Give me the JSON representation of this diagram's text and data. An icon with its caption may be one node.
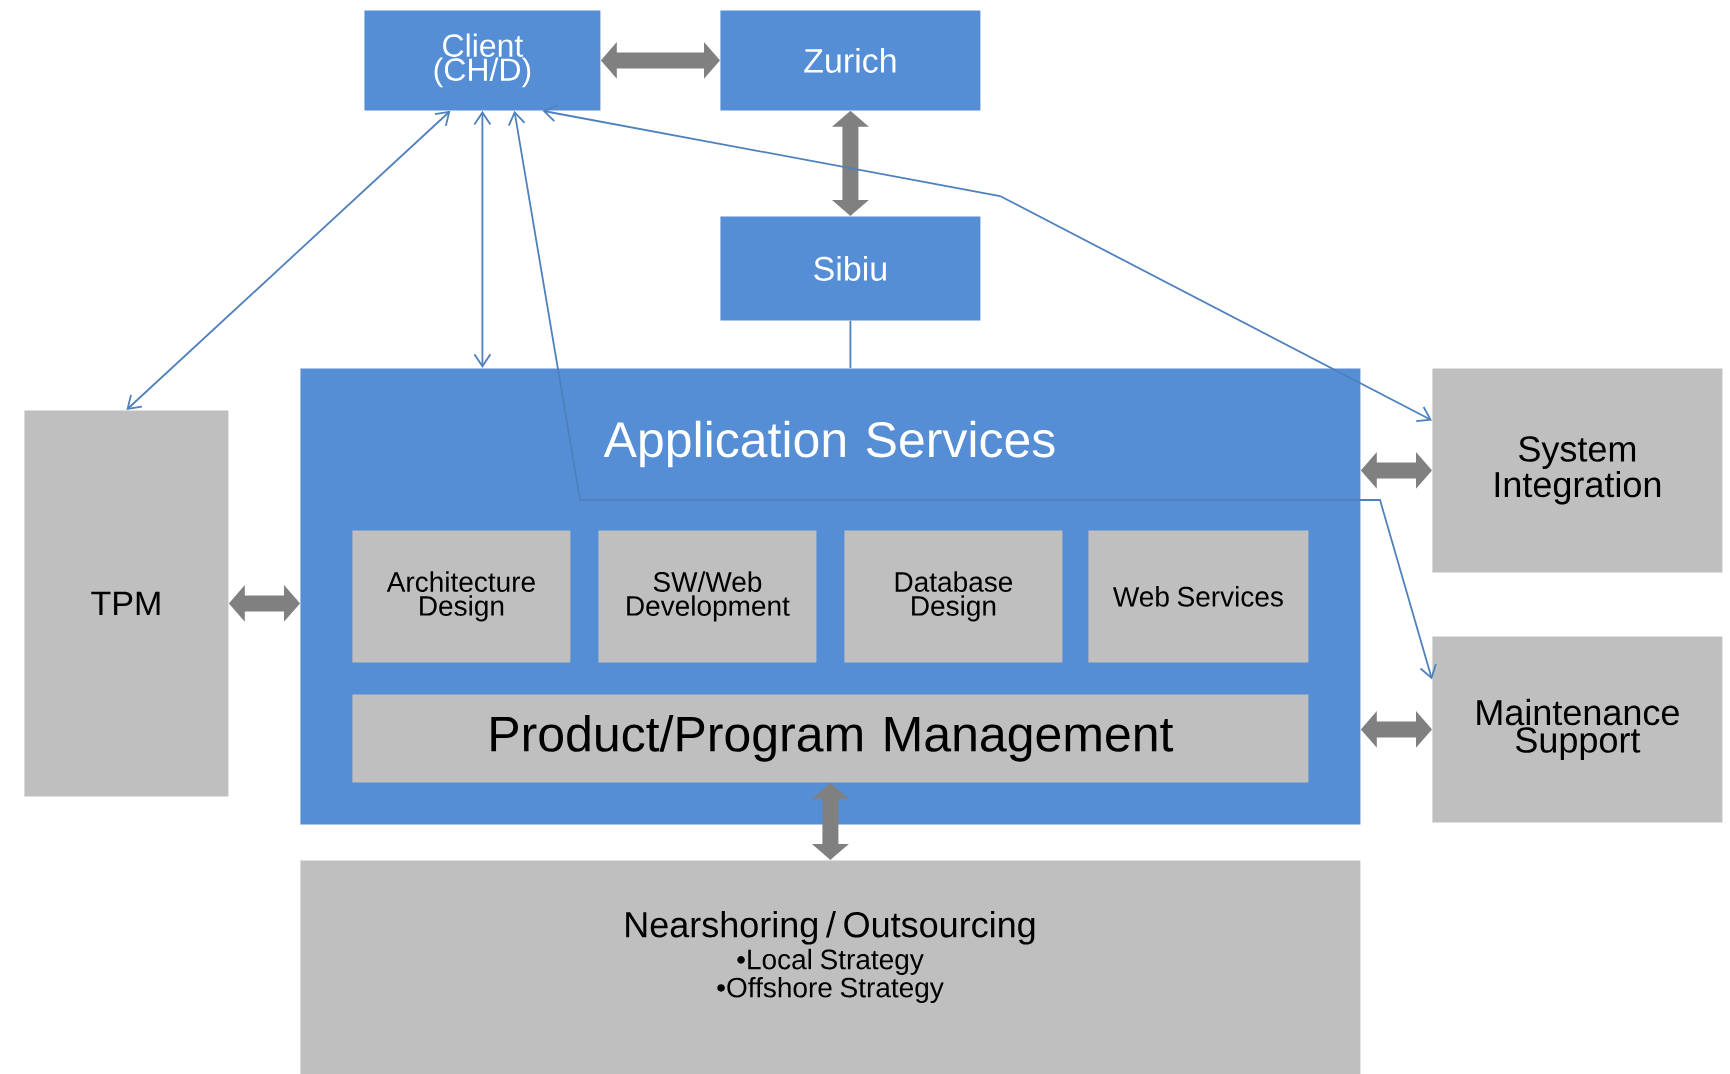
{
  "diagram": {
    "nodes": [
      {
        "text": [
          "Client (CH/D)"
        ]
      },
      {
        "text": [
          "Zurich"
        ]
      },
      {
        "text": [
          "Sibiu"
        ]
      },
      {
        "text": [
          "Application Services"
        ]
      },
      {
        "text": [
          "Architecture Design"
        ],
        "in": 3
      },
      {
        "text": [
          "SW/Web Development"
        ],
        "in": 3
      },
      {
        "text": [
          "Database Design"
        ],
        "in": 3
      },
      {
        "text": [
          "Web Services"
        ],
        "in": 3
      },
      {
        "text": [
          "Product/Program Management"
        ],
        "in": 3
      },
      {
        "text": [
          "TPM"
        ]
      },
      {
        "text": [
          "System Integration"
        ]
      },
      {
        "text": [
          "Maintenance Support"
        ]
      },
      {
        "text": [
          "Nearshoring / Outsourcing",
          "•Local Strategy",
          "•Offshore Strategy"
        ]
      }
    ],
    "edges": [
      {
        "from": 0,
        "to": 1,
        "arrow": "both"
      },
      {
        "from": 1,
        "to": 2,
        "arrow": "both"
      },
      {
        "from": 2,
        "to": 3,
        "arrow": "none",
        "color": "#4f81bd"
      },
      {
        "from": 0,
        "to": 9,
        "arrow": "both",
        "color": "#4f81bd"
      },
      {
        "from": 0,
        "to": 3,
        "arrow": "both",
        "color": "#4f81bd"
      },
      {
        "from": 0,
        "to": 10,
        "arrow": "both",
        "color": "#4f81bd"
      },
      {
        "from": 0,
        "to": 11,
        "arrow": "both",
        "color": "#4f81bd"
      },
      {
        "from": 9,
        "to": 3,
        "arrow": "both"
      },
      {
        "from": 3,
        "to": 10,
        "arrow": "both"
      },
      {
        "from": 3,
        "to": 11,
        "arrow": "both"
      },
      {
        "from": 8,
        "to": 12,
        "arrow": "both"
      }
    ]
  }
}
